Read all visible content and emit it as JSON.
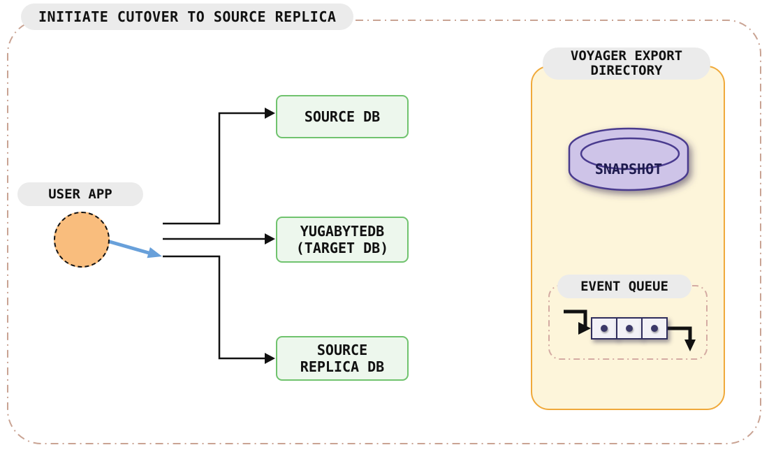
{
  "title": "INITIATE CUTOVER TO SOURCE REPLICA",
  "user_app": {
    "label": "USER APP"
  },
  "databases": {
    "source": {
      "label": "SOURCE DB"
    },
    "target": {
      "label": "YUGABYTEDB\n(TARGET DB)"
    },
    "replica": {
      "label": "SOURCE\nREPLICA DB"
    }
  },
  "voyager_export_directory": {
    "title": "VOYAGER EXPORT\nDIRECTORY",
    "snapshot": {
      "label": "SNAPSHOT",
      "icon": "database-cylinder-icon"
    },
    "event_queue": {
      "title": "EVENT QUEUE",
      "icon": "queue-icon",
      "item_count": 3
    }
  },
  "connections": [
    {
      "from": "user-app",
      "to": "source-db",
      "style": "black-elbow-arrow"
    },
    {
      "from": "user-app",
      "to": "yugabytedb-target-db",
      "style": "black-straight-arrow"
    },
    {
      "from": "user-app",
      "to": "source-replica-db",
      "style": "black-elbow-arrow"
    },
    {
      "from": "user-app-circle",
      "to": "source-replica-line",
      "style": "blue-arrow"
    }
  ],
  "colors": {
    "outer_border": "#c9a393",
    "pill_bg": "#ebebeb",
    "pill_text": "#111111",
    "db_box_fill": "#edf7ed",
    "db_box_border": "#70c36e",
    "user_circle_fill": "#f9bd7d",
    "blue_arrow": "#68a0da",
    "export_dir_fill": "#fdf5da",
    "export_dir_border": "#f0a93a",
    "snapshot_fill": "#cec4e8",
    "snapshot_border": "#4a3a8e",
    "snapshot_text": "#1e1b4e",
    "queue_cell_fill": "#f2f1f6",
    "queue_cell_border": "#2f2d5c",
    "queue_dot": "#3b3868",
    "event_queue_border": "#d4aba3",
    "connector": "#111111"
  }
}
